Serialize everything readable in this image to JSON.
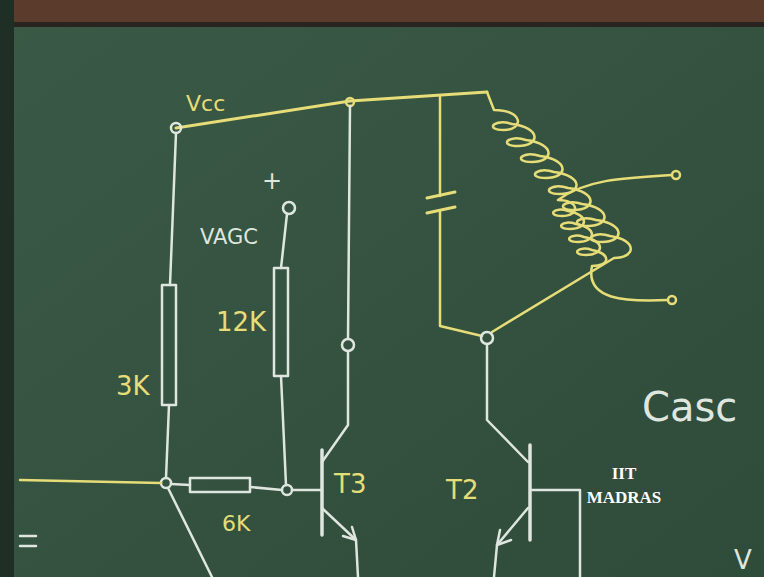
{
  "diagram": {
    "labels": [
      "Vcc",
      "+",
      "VAGC",
      "12K",
      "3K",
      "6K",
      "T3",
      "T2",
      "IIT MADRAS",
      "Casc",
      "V"
    ]
  }
}
